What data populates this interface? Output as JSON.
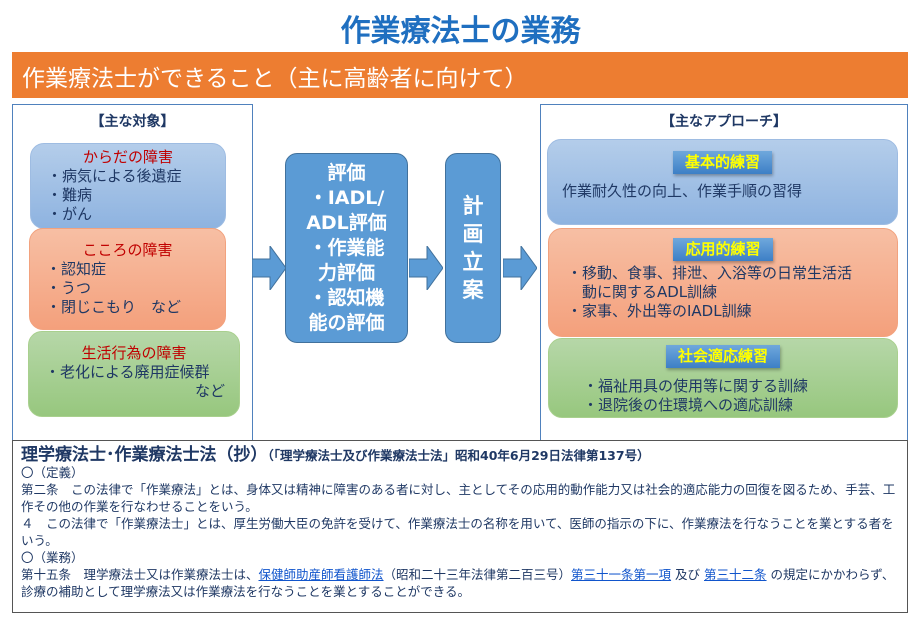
{
  "title": "作業療法士の業務",
  "band": "作業療法士ができること（主に高齢者に向けて）",
  "targets": {
    "heading": "【主な対象】",
    "groups": [
      {
        "title": "からだの障害",
        "items": [
          "・病気による後遺症",
          "・難病",
          "・がん"
        ]
      },
      {
        "title": "こころの障害",
        "items": [
          "・認知症",
          "・うつ",
          "・閉じこもり　など"
        ]
      },
      {
        "title": "生活行為の障害",
        "items": [
          "・老化による廃用症候群",
          "など"
        ]
      }
    ]
  },
  "evaluation": [
    "評価",
    "・IADL/",
    "ADL評価",
    "・作業能",
    "力評価",
    "・認知機",
    "能の評価"
  ],
  "planning": [
    "計",
    "画",
    "立",
    "案"
  ],
  "approach": {
    "heading": "【主なアプローチ】",
    "groups": [
      {
        "title": "基本的練習",
        "items": [
          "作業耐久性の向上、作業手順の習得"
        ]
      },
      {
        "title": "応用的練習",
        "items": [
          "・移動、食事、排泄、入浴等の日常生活活",
          "　動に関するADL訓練",
          "・家事、外出等のIADL訓練"
        ]
      },
      {
        "title": "社会適応練習",
        "items": [
          "・福祉用具の使用等に関する訓練",
          "・退院後の住環境への適応訓練"
        ]
      }
    ]
  },
  "law": {
    "title": "理学療法士･作業療法士法（抄）",
    "subtitle": "（「理学療法士及び作業療法士法」昭和40年6月29日法律第137号）",
    "s1": "〇（定義）",
    "p1": "第二条　この法律で「作業療法」とは、身体又は精神に障害のある者に対し、主としてその応用的動作能力又は社会的適応能力の回復を図るため、手芸、工作その他の作業を行なわせることをいう。",
    "p2": "４　この法律で「作業療法士」とは、厚生労働大臣の免許を受けて、作業療法士の名称を用いて、医師の指示の下に、作業療法を行なうことを業とする者をいう。",
    "s2": "〇（業務）",
    "p3a": "第十五条　理学療法士又は作業療法士は、",
    "link1": "保健師助産師看護師法",
    "p3b": "（昭和二十三年法律第二百三号）",
    "link2": "第三十一条第一項",
    "p3c": " 及び ",
    "link3": "第三十二条",
    "p3d": " の規定にかかわらず、診療の補助として理学療法又は作業療法を行なうことを業とすることができる。"
  }
}
